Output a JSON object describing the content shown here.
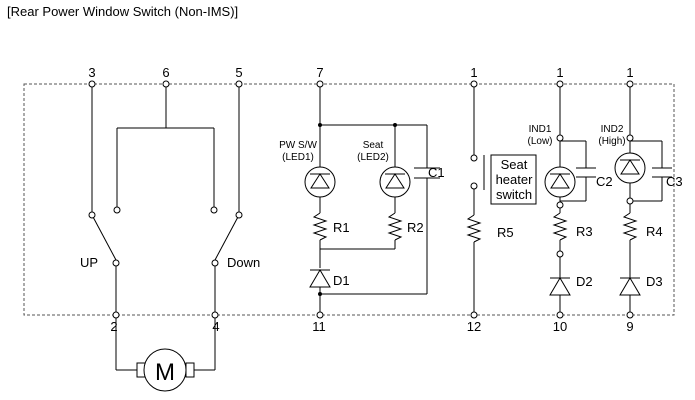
{
  "title": "[Rear Power Window Switch (Non-IMS)]",
  "pins_top": [
    "3",
    "6",
    "5",
    "7",
    "1",
    "1",
    "1"
  ],
  "pins_bottom": [
    "2",
    "4",
    "11",
    "12",
    "10",
    "9"
  ],
  "switch_labels": {
    "up": "UP",
    "down": "Down"
  },
  "motor_label": "M",
  "led1": {
    "line1": "PW S/W",
    "line2": "(LED1)"
  },
  "led2": {
    "line1": "Seat",
    "line2": "(LED2)"
  },
  "ind1": {
    "line1": "IND1",
    "line2": "(Low)"
  },
  "ind2": {
    "line1": "IND2",
    "line2": "(High)"
  },
  "seat_switch": {
    "line1": "Seat",
    "line2": "heater",
    "line3": "switch"
  },
  "components": {
    "c1": "C1",
    "c2": "C2",
    "c3": "C3",
    "r1": "R1",
    "r2": "R2",
    "r3": "R3",
    "r4": "R4",
    "r5": "R5",
    "d1": "D1",
    "d2": "D2",
    "d3": "D3"
  }
}
